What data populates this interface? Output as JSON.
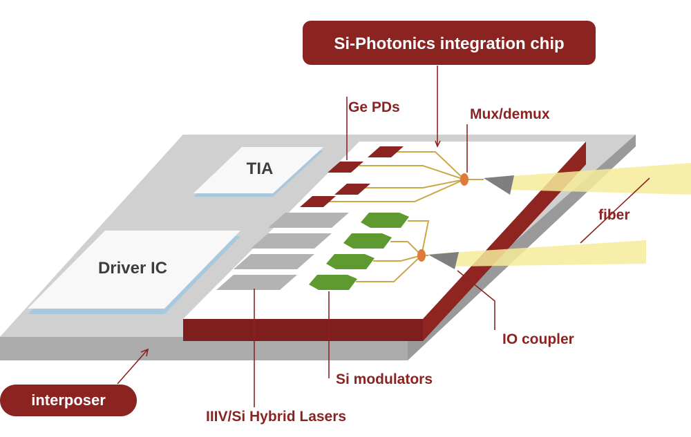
{
  "title": "Si-Photonics integration chip",
  "blocks": {
    "tia": "TIA",
    "driver": "Driver IC"
  },
  "labels": {
    "ge_pds": "Ge PDs",
    "mux_demux": "Mux/demux",
    "fiber": "fiber",
    "io_coupler": "IO coupler",
    "si_modulators": "Si modulators",
    "lasers": "IIIV/Si Hybrid Lasers",
    "interposer": "interposer"
  },
  "colors": {
    "brand_red": "#8b2320",
    "modulator_green": "#5e9a30",
    "interposer_gray": "#c8c8c8",
    "laser_gray": "#b3b3b3",
    "block_edge_blue": "#a8c8de",
    "waveguide_gold": "#c9a84a",
    "mux_orange": "#e07a3a",
    "fiber_yellow": "#f6ec9a"
  }
}
